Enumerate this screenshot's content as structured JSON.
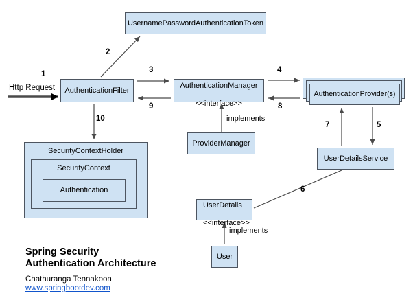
{
  "diagram": {
    "colors": {
      "box_fill": "#cfe2f3",
      "box_border": "#4d5560",
      "line": "#4a4a4a",
      "link": "#1155cc"
    },
    "http_request_label": "Http Request",
    "implements_label": "implements",
    "steps": [
      "1",
      "2",
      "3",
      "4",
      "5",
      "6",
      "7",
      "8",
      "9",
      "10"
    ],
    "boxes": {
      "token": {
        "label": "UsernamePasswordAuthenticationToken"
      },
      "filter": {
        "label": "AuthenticationFilter"
      },
      "manager": {
        "label": "AuthenticationManager",
        "stereotype": "<<interface>>"
      },
      "providers": {
        "label": "AuthenticationProvider(s)"
      },
      "provider_manager": {
        "label": "ProviderManager"
      },
      "user_details_service": {
        "label": "UserDetailsService"
      },
      "user_details": {
        "label": "UserDetails",
        "stereotype": "<<interface>>"
      },
      "user": {
        "label": "User"
      },
      "security_context_holder": {
        "label": "SecurityContextHolder"
      },
      "security_context": {
        "label": "SecurityContext"
      },
      "authentication": {
        "label": "Authentication"
      }
    },
    "footer": {
      "title_line1": "Spring Security",
      "title_line2": "Authentication Architecture",
      "author": "Chathuranga Tennakoon",
      "link": "www.springbootdev.com"
    }
  }
}
